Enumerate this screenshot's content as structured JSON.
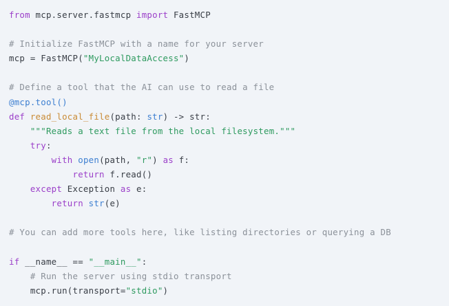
{
  "editor": {
    "language": "python",
    "background_color": "#f1f4f8",
    "default_text_color": "#383d45",
    "theme_colors": {
      "keyword": "#9b3fc9",
      "builtin": "#3d7fd1",
      "decorator": "#3d7fd1",
      "string": "#2e9a5f",
      "comment": "#8b9199",
      "function_name": "#c98b36",
      "plain": "#383d45"
    }
  },
  "code": {
    "lines": [
      {
        "index": 1,
        "text": "from mcp.server.fastmcp import FastMCP",
        "tokens": [
          {
            "t": "from",
            "c": "kw"
          },
          {
            "t": " mcp.server.fastmcp ",
            "c": "plain"
          },
          {
            "t": "import",
            "c": "kw"
          },
          {
            "t": " FastMCP",
            "c": "plain"
          }
        ]
      },
      {
        "index": 2,
        "text": "",
        "tokens": []
      },
      {
        "index": 3,
        "text": "# Initialize FastMCP with a name for your server",
        "tokens": [
          {
            "t": "# Initialize FastMCP with a name for your server",
            "c": "comment"
          }
        ]
      },
      {
        "index": 4,
        "text": "mcp = FastMCP(\"MyLocalDataAccess\")",
        "tokens": [
          {
            "t": "mcp = FastMCP(",
            "c": "plain"
          },
          {
            "t": "\"MyLocalDataAccess\"",
            "c": "str"
          },
          {
            "t": ")",
            "c": "plain"
          }
        ]
      },
      {
        "index": 5,
        "text": "",
        "tokens": []
      },
      {
        "index": 6,
        "text": "# Define a tool that the AI can use to read a file",
        "tokens": [
          {
            "t": "# Define a tool that the AI can use to read a file",
            "c": "comment"
          }
        ]
      },
      {
        "index": 7,
        "text": "@mcp.tool()",
        "tokens": [
          {
            "t": "@mcp.tool()",
            "c": "decorator"
          }
        ]
      },
      {
        "index": 8,
        "text": "def read_local_file(path: str) -> str:",
        "tokens": [
          {
            "t": "def",
            "c": "kw"
          },
          {
            "t": " ",
            "c": "plain"
          },
          {
            "t": "read_local_file",
            "c": "func"
          },
          {
            "t": "(path: ",
            "c": "plain"
          },
          {
            "t": "str",
            "c": "builtin"
          },
          {
            "t": ") -> str:",
            "c": "plain"
          }
        ]
      },
      {
        "index": 9,
        "text": "    \"\"\"Reads a text file from the local filesystem.\"\"\"",
        "tokens": [
          {
            "t": "    ",
            "c": "plain"
          },
          {
            "t": "\"\"\"Reads a text file from the local filesystem.\"\"\"",
            "c": "str"
          }
        ]
      },
      {
        "index": 10,
        "text": "    try:",
        "tokens": [
          {
            "t": "    ",
            "c": "plain"
          },
          {
            "t": "try",
            "c": "kw"
          },
          {
            "t": ":",
            "c": "plain"
          }
        ]
      },
      {
        "index": 11,
        "text": "        with open(path, \"r\") as f:",
        "tokens": [
          {
            "t": "        ",
            "c": "plain"
          },
          {
            "t": "with",
            "c": "kw"
          },
          {
            "t": " ",
            "c": "plain"
          },
          {
            "t": "open",
            "c": "builtin"
          },
          {
            "t": "(path, ",
            "c": "plain"
          },
          {
            "t": "\"r\"",
            "c": "str"
          },
          {
            "t": ") ",
            "c": "plain"
          },
          {
            "t": "as",
            "c": "kw"
          },
          {
            "t": " f:",
            "c": "plain"
          }
        ]
      },
      {
        "index": 12,
        "text": "            return f.read()",
        "tokens": [
          {
            "t": "            ",
            "c": "plain"
          },
          {
            "t": "return",
            "c": "kw"
          },
          {
            "t": " f.read()",
            "c": "plain"
          }
        ]
      },
      {
        "index": 13,
        "text": "    except Exception as e:",
        "tokens": [
          {
            "t": "    ",
            "c": "plain"
          },
          {
            "t": "except",
            "c": "kw"
          },
          {
            "t": " Exception ",
            "c": "plain"
          },
          {
            "t": "as",
            "c": "kw"
          },
          {
            "t": " e:",
            "c": "plain"
          }
        ]
      },
      {
        "index": 14,
        "text": "        return str(e)",
        "tokens": [
          {
            "t": "        ",
            "c": "plain"
          },
          {
            "t": "return",
            "c": "kw"
          },
          {
            "t": " ",
            "c": "plain"
          },
          {
            "t": "str",
            "c": "builtin"
          },
          {
            "t": "(e)",
            "c": "plain"
          }
        ]
      },
      {
        "index": 15,
        "text": "",
        "tokens": []
      },
      {
        "index": 16,
        "text": "# You can add more tools here, like listing directories or querying a DB",
        "tokens": [
          {
            "t": "# You can add more tools here, like listing directories or querying a DB",
            "c": "comment"
          }
        ]
      },
      {
        "index": 17,
        "text": "",
        "tokens": []
      },
      {
        "index": 18,
        "text": "if __name__ == \"__main__\":",
        "tokens": [
          {
            "t": "if",
            "c": "kw"
          },
          {
            "t": " __name__ == ",
            "c": "plain"
          },
          {
            "t": "\"__main__\"",
            "c": "str"
          },
          {
            "t": ":",
            "c": "plain"
          }
        ]
      },
      {
        "index": 19,
        "text": "    # Run the server using stdio transport",
        "tokens": [
          {
            "t": "    ",
            "c": "plain"
          },
          {
            "t": "# Run the server using stdio transport",
            "c": "comment"
          }
        ]
      },
      {
        "index": 20,
        "text": "    mcp.run(transport=\"stdio\")",
        "tokens": [
          {
            "t": "    mcp.run(transport=",
            "c": "plain"
          },
          {
            "t": "\"stdio\"",
            "c": "str"
          },
          {
            "t": ")",
            "c": "plain"
          }
        ]
      }
    ]
  }
}
